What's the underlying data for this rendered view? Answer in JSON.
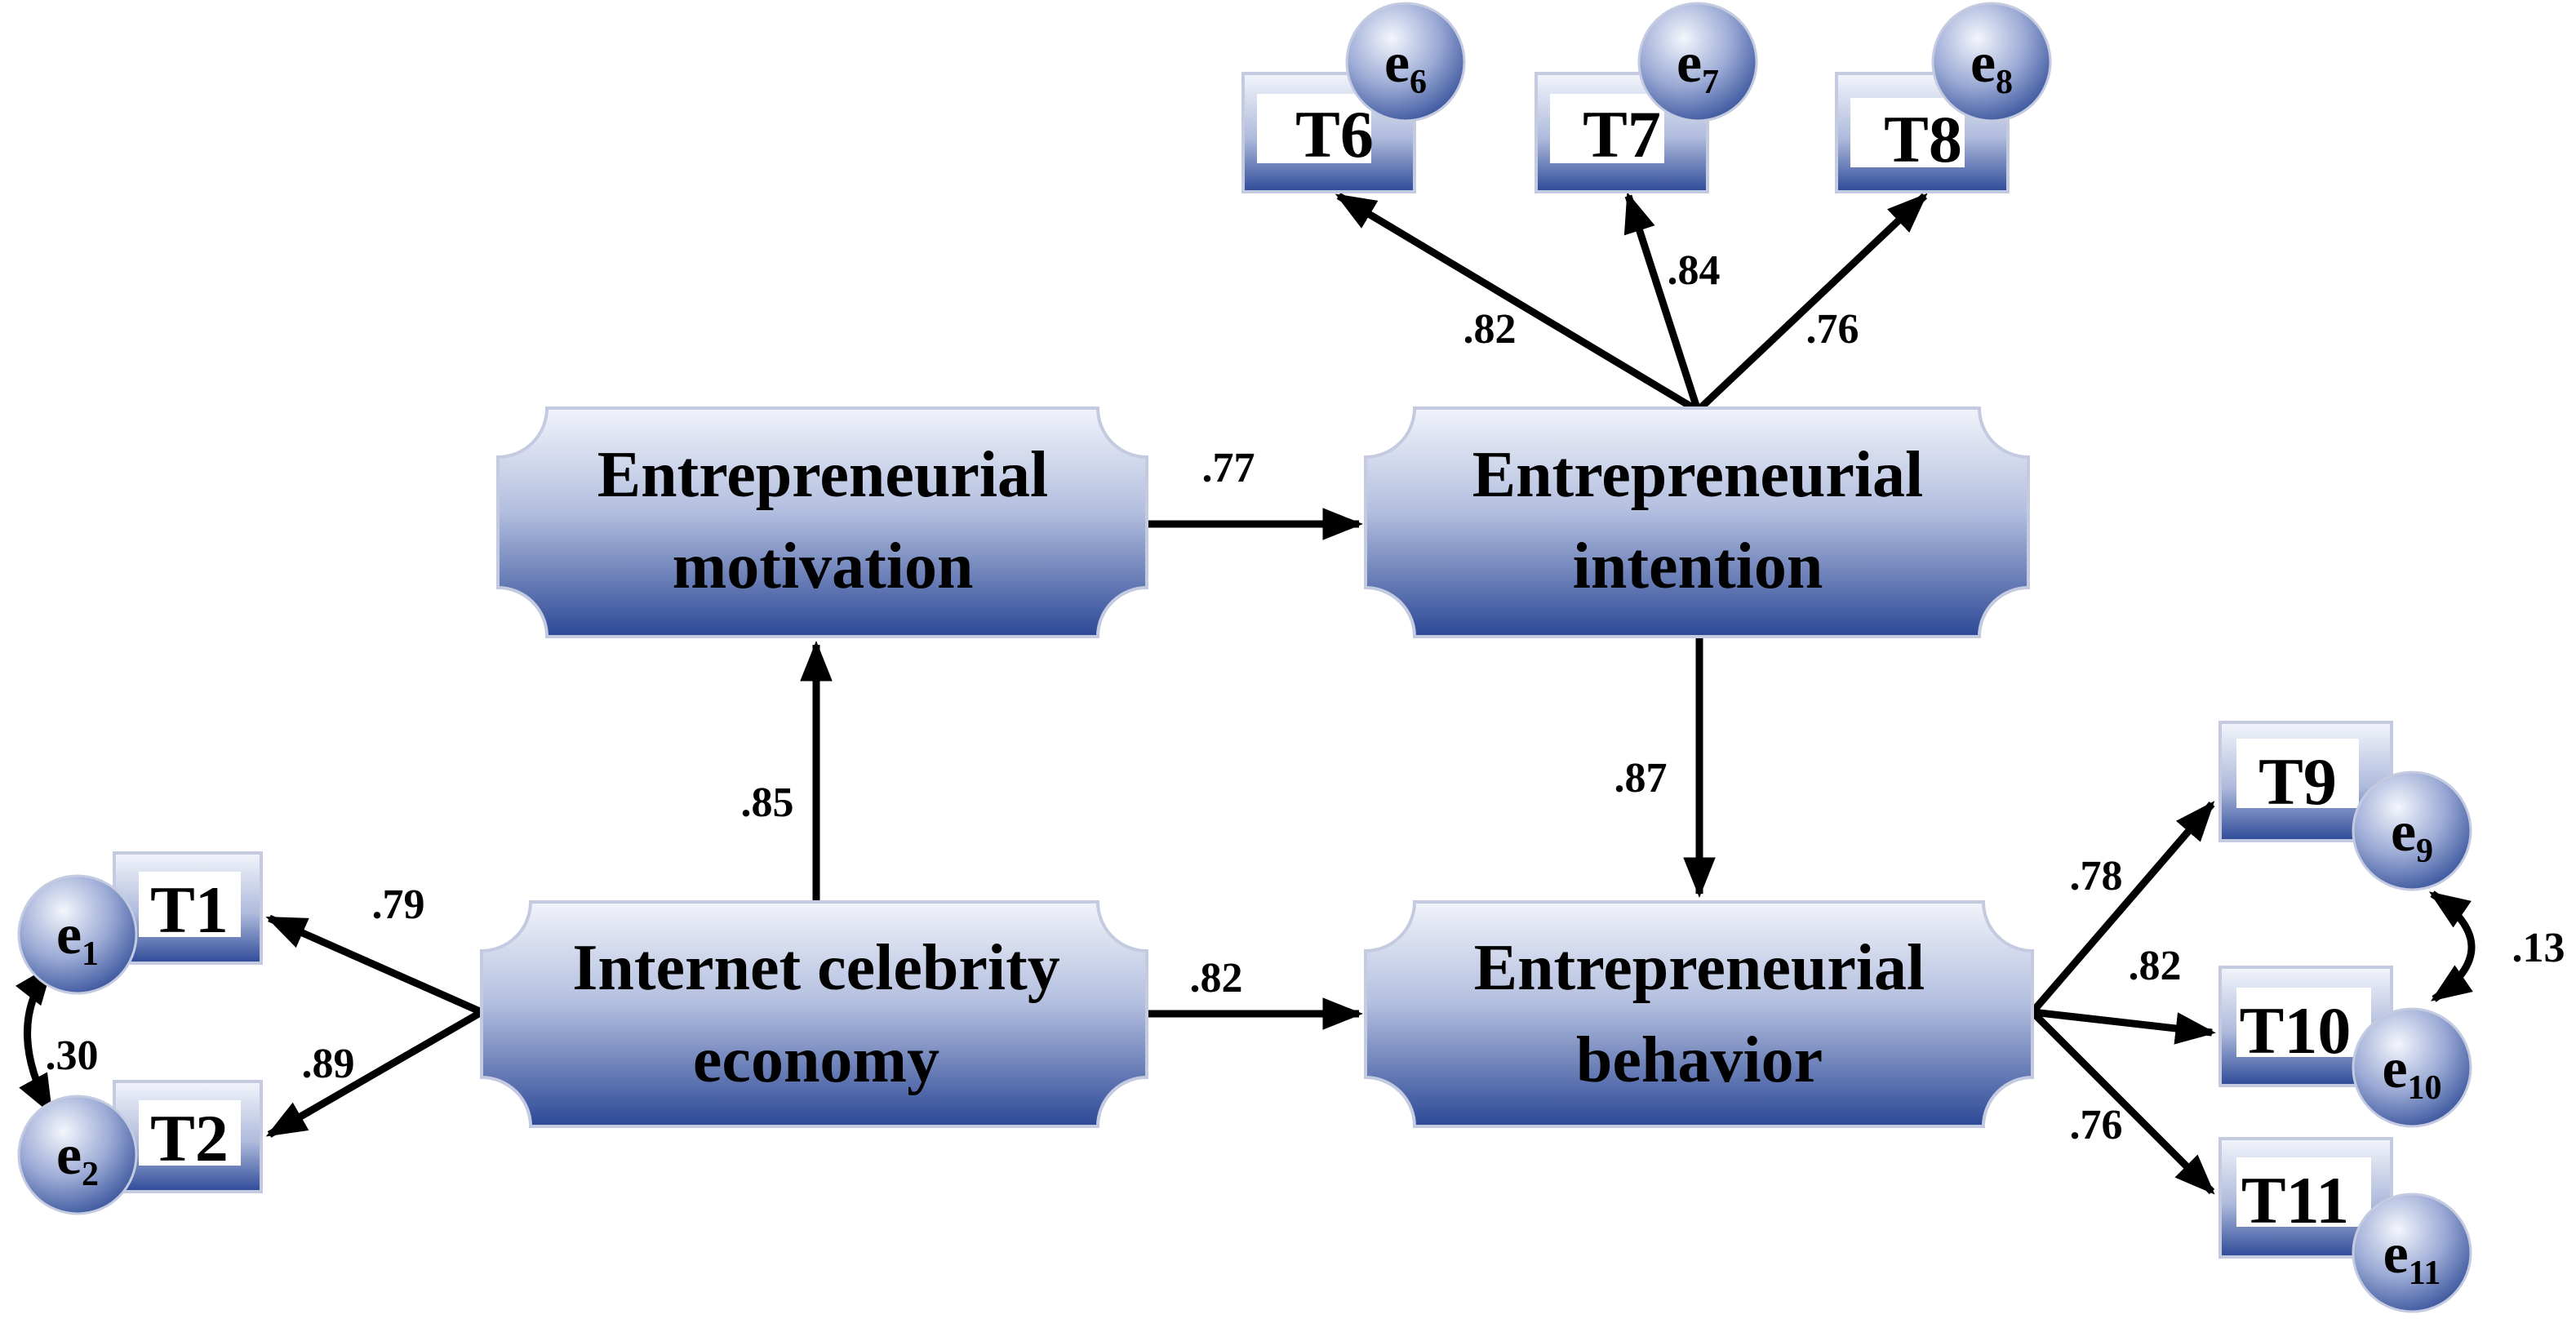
{
  "latent": {
    "motivation": {
      "line1": "Entrepreneurial",
      "line2": "motivation"
    },
    "intention": {
      "line1": "Entrepreneurial",
      "line2": "intention"
    },
    "economy": {
      "line1": "Internet celebrity",
      "line2": "economy"
    },
    "behavior": {
      "line1": "Entrepreneurial",
      "line2": "behavior"
    }
  },
  "indicators": {
    "t1": "T1",
    "t2": "T2",
    "t6": "T6",
    "t7": "T7",
    "t8": "T8",
    "t9": "T9",
    "t10": "T10",
    "t11": "T11"
  },
  "errors": {
    "e1": {
      "base": "e",
      "sub": "1"
    },
    "e2": {
      "base": "e",
      "sub": "2"
    },
    "e6": {
      "base": "e",
      "sub": "6"
    },
    "e7": {
      "base": "e",
      "sub": "7"
    },
    "e8": {
      "base": "e",
      "sub": "8"
    },
    "e9": {
      "base": "e",
      "sub": "9"
    },
    "e10": {
      "base": "e",
      "sub": "10"
    },
    "e11": {
      "base": "e",
      "sub": "11"
    }
  },
  "paths": {
    "motivation_intention": ".77",
    "economy_motivation": ".85",
    "intention_behavior": ".87",
    "economy_behavior": ".82"
  },
  "loadings": {
    "t1": ".79",
    "t2": ".89",
    "t6": ".82",
    "t7": ".84",
    "t8": ".76",
    "t9": ".78",
    "t10": ".82",
    "t11": ".76"
  },
  "covariances": {
    "e1_e2": ".30",
    "e9_e10": ".13"
  },
  "colors": {
    "gradient_top": "#eef1f9",
    "gradient_bottom": "#2e4c9a",
    "border": "#c4cbe0",
    "line": "#000000"
  }
}
